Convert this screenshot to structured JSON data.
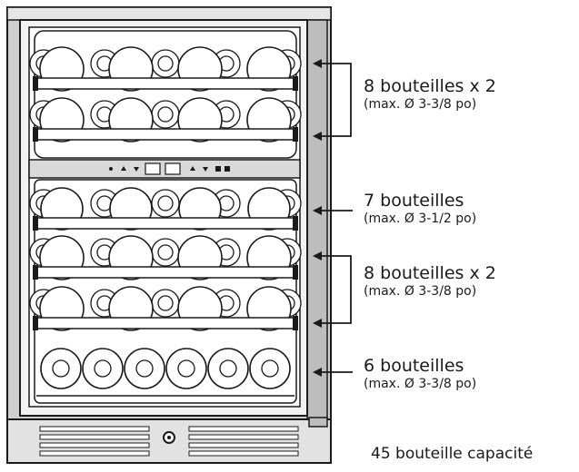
{
  "labels": [
    {
      "main": "8 bouteilles x 2",
      "sub": "(max. Ø 3-3/8 po)"
    },
    {
      "main": "7 bouteilles",
      "sub": "(max. Ø 3-1/2 po)"
    },
    {
      "main": "8 bouteilles x 2",
      "sub": "(max. Ø 3-3/8 po)"
    },
    {
      "main": "6 bouteilles",
      "sub": "(max. Ø 3-3/8 po)"
    }
  ],
  "total": "45 bouteille capacité",
  "colors": {
    "line": "#1a1a1a",
    "frame": "#b8b8b8",
    "frame_dark": "#8a8a8a",
    "panel": "#d9d9d9"
  },
  "shelves": [
    {
      "name": "shelf-upper-1",
      "row": "seven-large",
      "count": 7
    },
    {
      "name": "shelf-upper-2",
      "row": "seven-large",
      "count": 7
    },
    {
      "name": "shelf-lower-1",
      "row": "seven-mixed",
      "count": 7
    },
    {
      "name": "shelf-lower-2",
      "row": "seven-large",
      "count": 7
    },
    {
      "name": "shelf-lower-3",
      "row": "seven-large",
      "count": 7
    },
    {
      "name": "shelf-bottom",
      "row": "six-flat",
      "count": 6
    }
  ],
  "control_panel": {
    "icons": [
      "dot-icon",
      "up-arrow-icon",
      "down-arrow-icon",
      "temperature-display-icon",
      "temperature-display-icon",
      "up-arrow-icon",
      "down-arrow-icon",
      "light-icon",
      "lock-icon"
    ]
  }
}
